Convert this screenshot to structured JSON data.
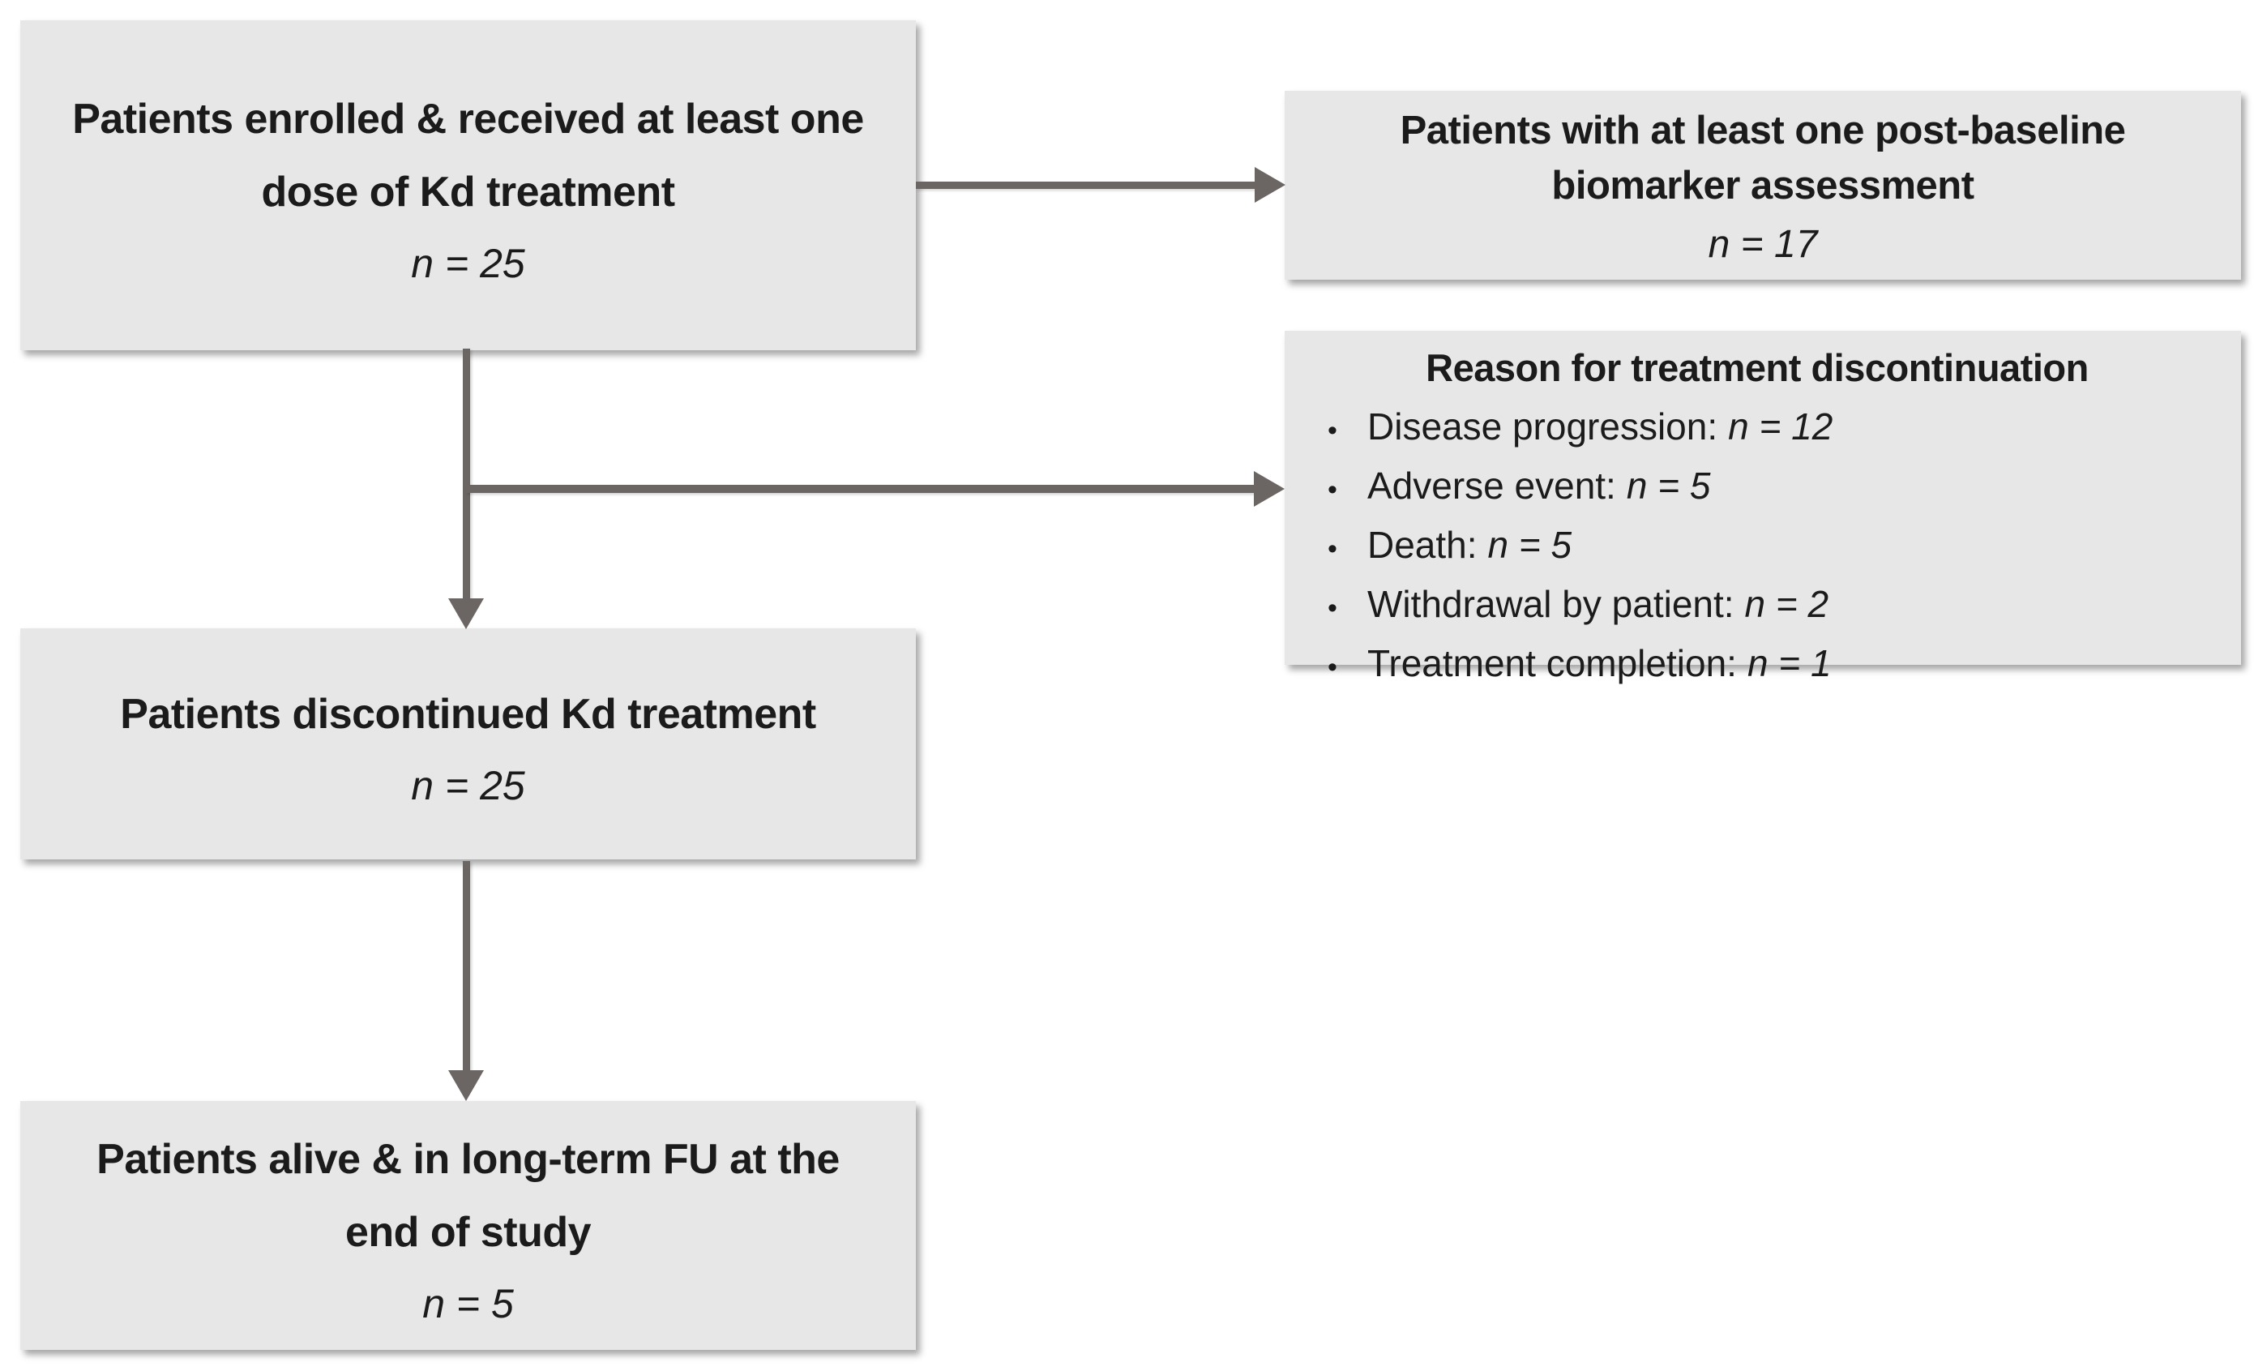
{
  "colors": {
    "background": "#ffffff",
    "box_fill": "#e7e7e7",
    "arrow": "#6b6663",
    "text": "#1b1b1b"
  },
  "boxes": {
    "enrolled": {
      "title": "Patients enrolled & received at least one dose of Kd treatment",
      "n": "n = 25"
    },
    "biomarker": {
      "title": "Patients with at least one post-baseline biomarker assessment",
      "n": "n = 17"
    },
    "reasons": {
      "title": "Reason for treatment discontinuation",
      "bullet": "•",
      "items": [
        {
          "label": "Disease progression:",
          "n": "n = 12"
        },
        {
          "label": "Adverse event:",
          "n": "n = 5"
        },
        {
          "label": "Death:",
          "n": "n = 5"
        },
        {
          "label": "Withdrawal by patient:",
          "n": "n = 2"
        },
        {
          "label": "Treatment completion:",
          "n": "n = 1"
        }
      ]
    },
    "discontinued": {
      "title": "Patients discontinued Kd treatment",
      "n": "n = 25"
    },
    "alive_fu": {
      "title": "Patients alive & in long-term FU at the end of study",
      "n": "n = 5"
    }
  }
}
